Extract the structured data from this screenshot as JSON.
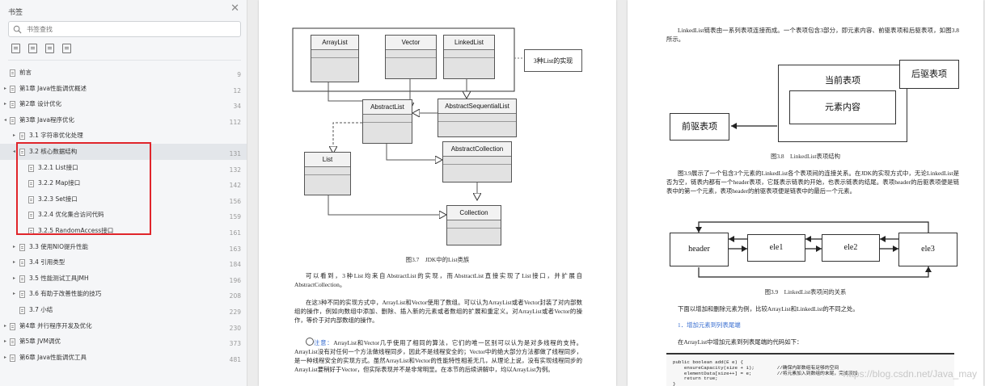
{
  "sidebar": {
    "title": "书签",
    "close_icon": "close-icon",
    "search_placeholder": "书签查找",
    "tools": [
      "add-bookmark-icon",
      "remove-bookmark-icon",
      "expand-icon",
      "collapse-icon"
    ],
    "items": [
      {
        "label": "前言",
        "page": "9",
        "level": 0,
        "caret": ""
      },
      {
        "label": "第1章 Java性能调优概述",
        "page": "12",
        "level": 0,
        "caret": "▸"
      },
      {
        "label": "第2章 设计优化",
        "page": "34",
        "level": 0,
        "caret": "▸"
      },
      {
        "label": "第3章 Java程序优化",
        "page": "112",
        "level": 0,
        "caret": "◂"
      },
      {
        "label": "3.1 字符串优化处理",
        "page": "",
        "level": 1,
        "caret": "▸"
      },
      {
        "label": "3.2 核心数据结构",
        "page": "131",
        "level": 1,
        "caret": "◂"
      },
      {
        "label": "3.2.1 List接口",
        "page": "132",
        "level": 2,
        "caret": ""
      },
      {
        "label": "3.2.2 Map接口",
        "page": "142",
        "level": 2,
        "caret": ""
      },
      {
        "label": "3.2.3 Set接口",
        "page": "156",
        "level": 2,
        "caret": ""
      },
      {
        "label": "3.2.4 优化集合访问代码",
        "page": "159",
        "level": 2,
        "caret": ""
      },
      {
        "label": "3.2.5 RandomAccess接口",
        "page": "161",
        "level": 2,
        "caret": ""
      },
      {
        "label": "3.3 使用NIO提升性能",
        "page": "163",
        "level": 1,
        "caret": "▸"
      },
      {
        "label": "3.4 引用类型",
        "page": "184",
        "level": 1,
        "caret": "▸"
      },
      {
        "label": "3.5 性能测试工具JMH",
        "page": "196",
        "level": 1,
        "caret": "▸"
      },
      {
        "label": "3.6 有助于改善性能的技巧",
        "page": "208",
        "level": 1,
        "caret": "▸"
      },
      {
        "label": "3.7 小结",
        "page": "229",
        "level": 1,
        "caret": ""
      },
      {
        "label": "第4章 并行程序开发及优化",
        "page": "230",
        "level": 0,
        "caret": "▸"
      },
      {
        "label": "第5章 JVM调优",
        "page": "373",
        "level": 0,
        "caret": "▸"
      },
      {
        "label": "第6章 Java性能调优工具",
        "page": "481",
        "level": 0,
        "caret": "▸"
      }
    ]
  },
  "left_page": {
    "diagram": {
      "arraylist": "ArrayList",
      "vector": "Vector",
      "linkedlist": "LinkedList",
      "note": "3种List的实现",
      "abstractlist": "AbstractList",
      "abstractsequentiallist": "AbstractSequentialList",
      "abstractcollection": "AbstractCollection",
      "list": "List",
      "collection": "Collection"
    },
    "caption": "图3.7　JDK中的List类族",
    "para1": "可以看到，3种List均来自AbstractList的实现，而AbstractList直接实现了List接口，并扩展自AbstractCollection。",
    "para2": "在这3种不同的实现方式中，ArrayList和Vector使用了数组。可以认为ArrayList或者Vector封装了对内部数组的操作，例如向数组中添加、删除、插入新的元素或者数组的扩展和重定义。对ArrayList或者Vector的操作，等价于对内部数组的操作。",
    "note_label": "注意：",
    "note_text": "ArrayList和Vector几乎使用了相同的算法，它们的唯一区别可以认为是对多线程的支持。ArrayList没有对任何一个方法做线程同步，因此不是线程安全的；Vector中的绝大部分方法都做了线程同步，是一种线程安全的实现方式。虽然ArrayList和Vector的性能特性相差无几，从理论上说，没有实现线程同步的ArrayList要稍好于Vector，但实际表现并不是非常明显。在本节的后续讲解中，均以ArrayList为例。"
  },
  "right_page": {
    "para1": "LinkedList链表由一系列表项连接而成。一个表项包含3部分，即元素内容、前驱表项和后驱表项，如图3.8所示。",
    "fig38": {
      "current": "当前表项",
      "content": "元素内容",
      "prev": "前驱表项",
      "next": "后驱表项"
    },
    "caption1": "图3.8　LinkedList表项结构",
    "para2": "图3.9展示了一个包含3个元素的LinkedList各个表项间的连接关系。在JDK的实现方式中，无论LinkedList是否为空，链表内都有一个header表项，它既表示链表的开始，也表示链表的结尾。表项header的后驱表项便是链表中的第一个元素，表项header的前驱表项便是链表中的最后一个元素。",
    "fig39": {
      "header": "header",
      "ele1": "ele1",
      "ele2": "ele2",
      "ele3": "ele3"
    },
    "caption2": "图3.9　LinkedList表项间的关系",
    "para3": "下面以增加和删除元素为例，比较ArrayList和LinkedList的不同之处。",
    "heading": "1．增加元素到列表尾端",
    "para4": "在ArrayList中增加元素到列表尾端的代码如下：",
    "code": [
      "public boolean add(E e) {",
      "    ensureCapacity(size + 1);        //确保内部数组有足够的空间",
      "    elementData[size++] = e;         //将元素加入到数组的末尾，完成添加",
      "    return true;",
      "}"
    ],
    "watermark": "https://blog.csdn.net/Java_may"
  }
}
